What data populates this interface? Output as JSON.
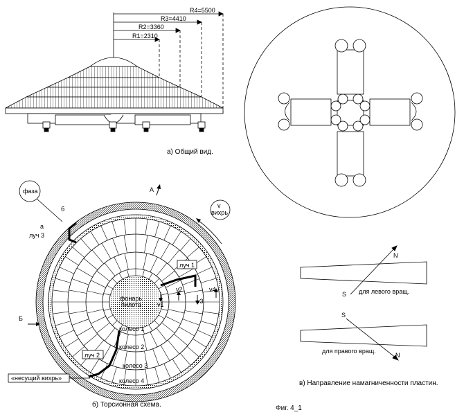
{
  "dimensions": {
    "r1": "R1=2310",
    "r2": "R2=3360",
    "r3": "R3=4410",
    "r4": "R4=5500"
  },
  "captions": {
    "a": "а) Общий вид.",
    "b": "б) Торсионная схема.",
    "c": "в) Направление намагниченности пластин.",
    "fig": "Фиг.  4_1"
  },
  "torsion": {
    "faza": "фаза",
    "b_letter": "б",
    "a_letter": "а",
    "luch3": "луч 3",
    "A": "А",
    "B": "Б",
    "vihr_v": "v",
    "vihr": "вихрь",
    "luch1": "луч 1",
    "luch2": "луч 2",
    "lantern1": "фонарь",
    "lantern2": "пилота",
    "v1": "v1",
    "v2": "v2",
    "v3": "v3",
    "v4": "v4",
    "wheel1": "колесо 1",
    "wheel2": "колесо 2",
    "wheel3": "колесо 3",
    "wheel4": "колесо 4",
    "carrier": "«несущий вихрь»"
  },
  "magnet": {
    "N": "N",
    "S": "S",
    "left_rot": "для левого вращ.",
    "right_rot": "для правого вращ."
  }
}
